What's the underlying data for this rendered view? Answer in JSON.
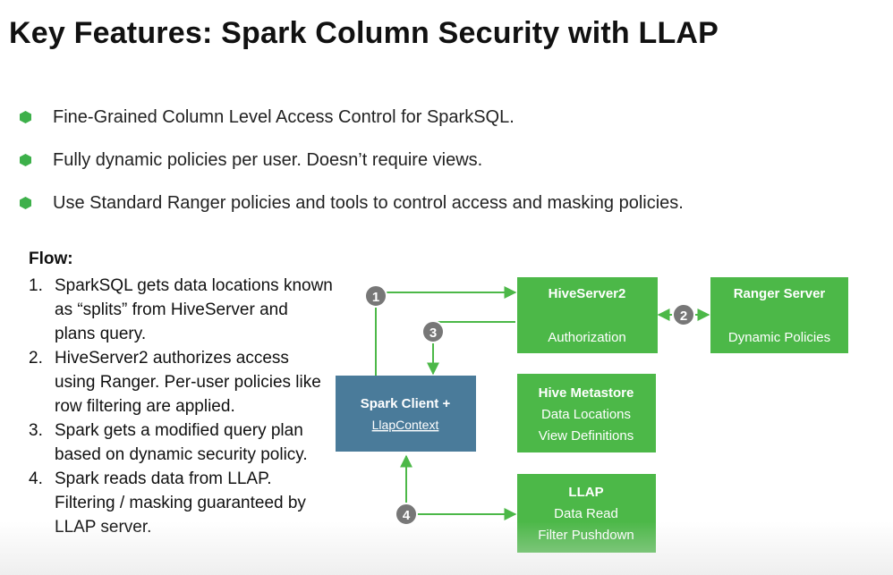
{
  "title": "Key Features: Spark Column Security with LLAP",
  "bullets": [
    "Fine-Grained Column Level Access Control for SparkSQL.",
    "Fully dynamic policies per user. Doesn’t require views.",
    "Use Standard Ranger policies and tools to control access and masking policies."
  ],
  "flow": {
    "heading": "Flow:",
    "items": [
      {
        "num": "1.",
        "text": "SparkSQL gets data locations known as “splits” from HiveServer and plans query."
      },
      {
        "num": "2.",
        "text": "HiveServer2 authorizes access using Ranger. Per-user policies like row filtering are applied."
      },
      {
        "num": "3.",
        "text": "Spark gets a modified query plan based on dynamic security policy."
      },
      {
        "num": "4.",
        "text": "Spark reads data from LLAP. Filtering / masking guaranteed by LLAP server."
      }
    ]
  },
  "diagram": {
    "spark_client": {
      "line1": "Spark Client +",
      "line2": "LlapContext"
    },
    "hiveserver2": {
      "name": "HiveServer2",
      "sub": "Authorization"
    },
    "ranger": {
      "name": "Ranger Server",
      "sub": "Dynamic Policies"
    },
    "metastore": {
      "name": "Hive Metastore",
      "line2": "Data Locations",
      "line3": "View Definitions"
    },
    "llap": {
      "name": "LLAP",
      "line2": "Data Read",
      "line3": "Filter Pushdown"
    },
    "steps": [
      "1",
      "2",
      "3",
      "4"
    ]
  },
  "colors": {
    "green": "#4cb848",
    "blue": "#4a7b9a",
    "step_circle": "#777777",
    "bullet": "#3db04a"
  }
}
